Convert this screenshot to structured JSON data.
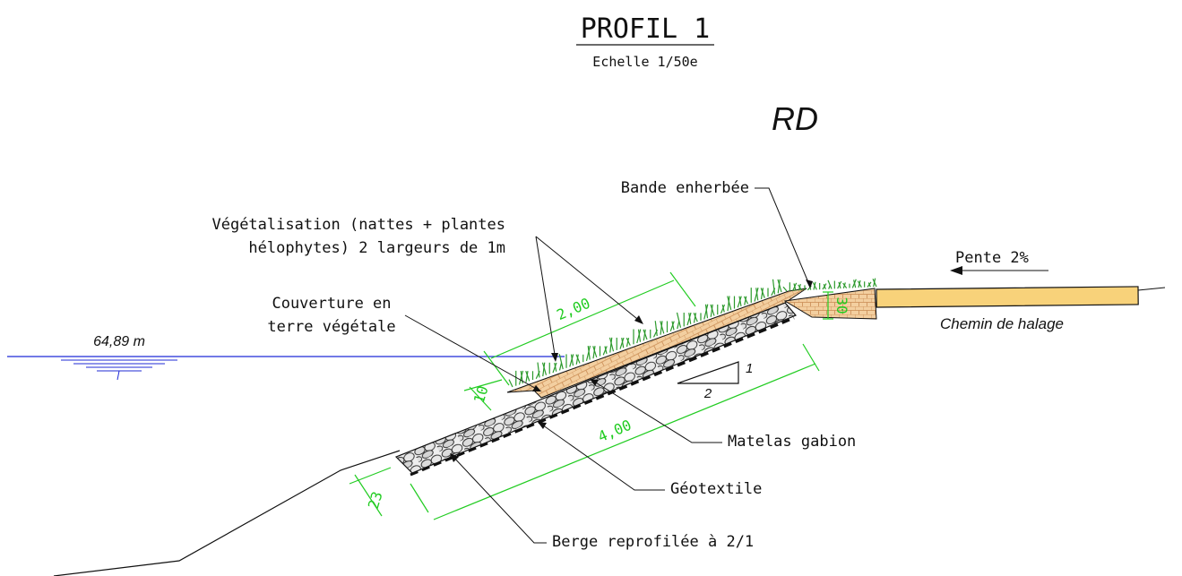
{
  "title": "PROFIL 1",
  "scale": "Echelle 1/50e",
  "side_label": "RD",
  "water_level": "64,89 m",
  "labels": {
    "bande": "Bande enherbée",
    "vegetalisation_1": "Végétalisation (nattes + plantes",
    "vegetalisation_2": "hélophytes) 2 largeurs de 1m",
    "couverture_1": "Couverture en",
    "couverture_2": "terre végétale",
    "matelas": "Matelas gabion",
    "geotextile": "Géotextile",
    "berge": "Berge reprofilée à 2/1",
    "pente": "Pente 2%",
    "chemin": "Chemin de halage"
  },
  "dimensions": {
    "veg_width": "2,00",
    "gabion_length": "4,00",
    "soil_thickness": "10",
    "gabion_thickness": "23",
    "bank_thickness": "30"
  },
  "slope_triangle": {
    "rise": "1",
    "run": "2"
  },
  "colors": {
    "line": "#111111",
    "water": "#1f2bd6",
    "dimension": "#22cc22",
    "soil": "#f3cfa0",
    "soil_hatch": "#c98a52",
    "path": "#f8d27a",
    "grass": "#2c9a2c",
    "stone": "#e4e4e4"
  }
}
